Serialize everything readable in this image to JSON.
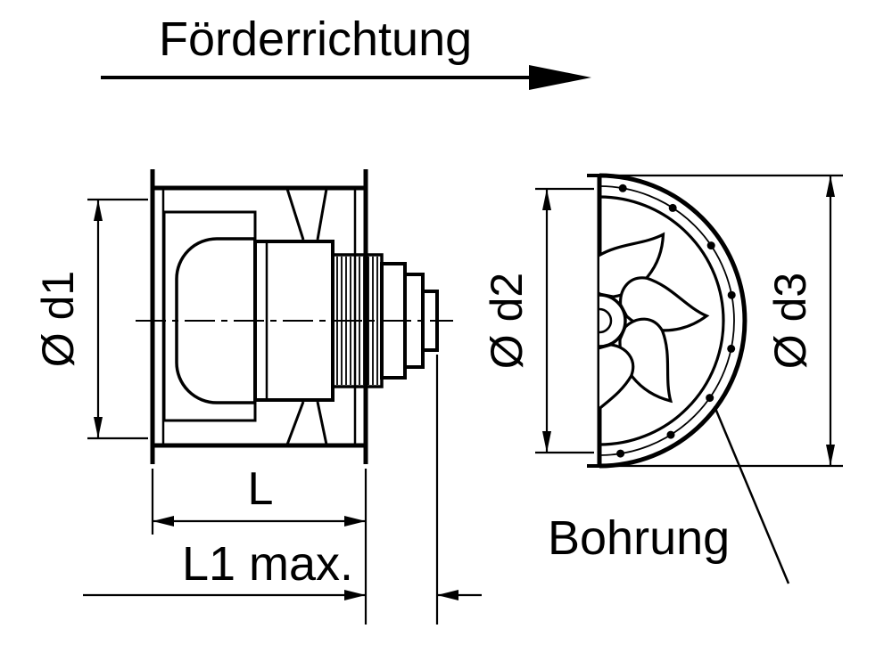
{
  "diagram": {
    "direction_label": "Förderrichtung",
    "dimensions": {
      "d1": "Ø d1",
      "d2": "Ø d2",
      "d3": "Ø d3",
      "length": "L",
      "length_max": "L1 max.",
      "bore": "Bohrung"
    },
    "colors": {
      "line": "#000000",
      "background": "#ffffff"
    }
  }
}
